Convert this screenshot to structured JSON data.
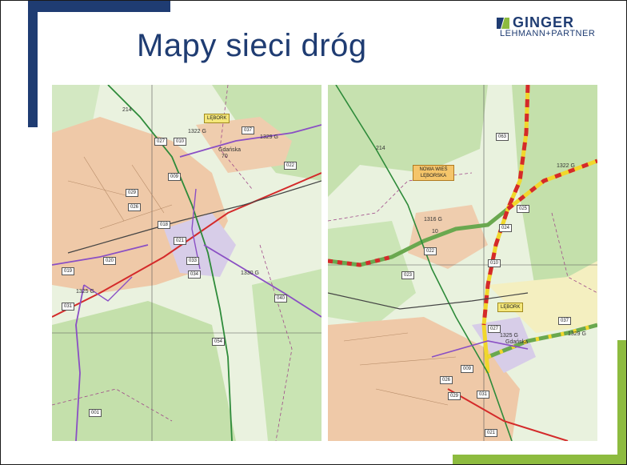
{
  "slide": {
    "title": "Mapy sieci dróg",
    "logo": {
      "name": "GINGER",
      "tagline": "LEHMANN+PARTNER"
    },
    "colors": {
      "navy": "#1f3c72",
      "green": "#8dbb3f",
      "road_red": "#d42a2a",
      "road_purple": "#8a4fc4",
      "road_green": "#2e8b3a"
    }
  },
  "map_left": {
    "town": "LĘBORK",
    "labels": [
      "214",
      "1322 G",
      "1325 G",
      "1329 G",
      "Gdańska",
      "70",
      "1330 G"
    ],
    "ref_boxes": [
      "027",
      "010",
      "037",
      "022",
      "009",
      "029",
      "026",
      "018",
      "021",
      "033",
      "020",
      "019",
      "031",
      "034",
      "040",
      "054",
      "001"
    ]
  },
  "map_right": {
    "town_1": "NOWA WIEŚ LĘBORSKA",
    "town_2": "LĘBORK",
    "labels": [
      "214",
      "1316 G",
      "10",
      "1322 G",
      "1325 G",
      "Gdańska",
      "1329 G"
    ],
    "ref_boxes": [
      "063",
      "025",
      "024",
      "022",
      "023",
      "010",
      "037",
      "027",
      "009",
      "026",
      "029",
      "031",
      "021"
    ]
  }
}
